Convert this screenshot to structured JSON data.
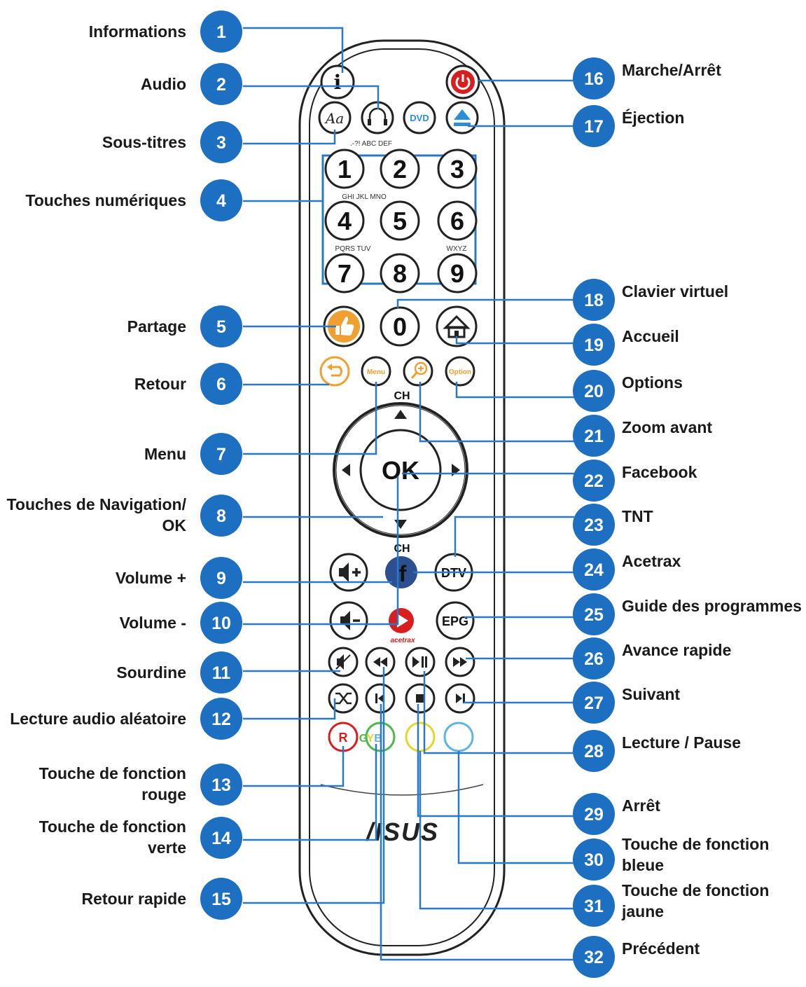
{
  "colors": {
    "badge": "#1d6fc2",
    "leader": "#2a79c8",
    "power": "#d81e1e",
    "share": "#f0a030",
    "orange_ring": "#f0a030",
    "eject": "#2a8fd8",
    "facebook": "#2b4f8f",
    "acetrax": "#d81e1e",
    "red": "#d81e1e",
    "green": "#4cb84a",
    "yellow": "#e9d62a",
    "blue": "#5fb4e6"
  },
  "callouts_left": [
    {
      "num": "1",
      "lines": [
        "Informations"
      ]
    },
    {
      "num": "2",
      "lines": [
        "Audio"
      ]
    },
    {
      "num": "3",
      "lines": [
        "Sous-titres"
      ]
    },
    {
      "num": "4",
      "lines": [
        "Touches numériques"
      ]
    },
    {
      "num": "5",
      "lines": [
        "Partage"
      ]
    },
    {
      "num": "6",
      "lines": [
        "Retour"
      ]
    },
    {
      "num": "7",
      "lines": [
        "Menu"
      ]
    },
    {
      "num": "8",
      "lines": [
        "Touches de Navigation/",
        "OK"
      ]
    },
    {
      "num": "9",
      "lines": [
        "Volume +"
      ]
    },
    {
      "num": "10",
      "lines": [
        "Volume -"
      ]
    },
    {
      "num": "11",
      "lines": [
        "Sourdine"
      ]
    },
    {
      "num": "12",
      "lines": [
        "Lecture audio aléatoire"
      ]
    },
    {
      "num": "13",
      "lines": [
        "Touche de fonction",
        "rouge"
      ]
    },
    {
      "num": "14",
      "lines": [
        "Touche de fonction",
        "verte"
      ]
    },
    {
      "num": "15",
      "lines": [
        "Retour rapide"
      ]
    }
  ],
  "callouts_right": [
    {
      "num": "16",
      "lines": [
        "Marche/Arrêt"
      ]
    },
    {
      "num": "17",
      "lines": [
        "Éjection"
      ]
    },
    {
      "num": "18",
      "lines": [
        "Clavier virtuel"
      ]
    },
    {
      "num": "19",
      "lines": [
        "Accueil"
      ]
    },
    {
      "num": "20",
      "lines": [
        "Options"
      ]
    },
    {
      "num": "21",
      "lines": [
        "Zoom avant"
      ]
    },
    {
      "num": "22",
      "lines": [
        "Facebook"
      ]
    },
    {
      "num": "23",
      "lines": [
        "TNT"
      ]
    },
    {
      "num": "24",
      "lines": [
        "Acetrax"
      ]
    },
    {
      "num": "25",
      "lines": [
        "Guide des programmes"
      ]
    },
    {
      "num": "26",
      "lines": [
        "Avance rapide"
      ]
    },
    {
      "num": "27",
      "lines": [
        "Suivant"
      ]
    },
    {
      "num": "28",
      "lines": [
        "Lecture / Pause"
      ]
    },
    {
      "num": "29",
      "lines": [
        "Arrêt"
      ]
    },
    {
      "num": "30",
      "lines": [
        "Touche de fonction",
        "bleue"
      ]
    },
    {
      "num": "31",
      "lines": [
        "Touche de fonction",
        "jaune"
      ]
    },
    {
      "num": "32",
      "lines": [
        "Précédent"
      ]
    }
  ],
  "remote": {
    "digits": [
      "1",
      "2",
      "3",
      "4",
      "5",
      "6",
      "7",
      "8",
      "9",
      "0"
    ],
    "digit_letters": {
      "row1": ".-?! ABC DEF",
      "row2": "GHI JKL MNO",
      "row3_left": "PQRS TUV",
      "row3_right": "WXYZ"
    },
    "btn_info": "i",
    "btn_dvd": "DVD",
    "btn_menu": "Menu",
    "btn_option": "Option",
    "btn_ok": "OK",
    "btn_ch_top": "CH",
    "btn_ch_bottom": "CH",
    "btn_dtv": "DTV",
    "btn_epg": "EPG",
    "btn_fb": "f",
    "btn_acetrax_caption": "acetrax",
    "color_letters": [
      "R",
      "G",
      "Y",
      "B"
    ],
    "brand": "/ISUS"
  }
}
